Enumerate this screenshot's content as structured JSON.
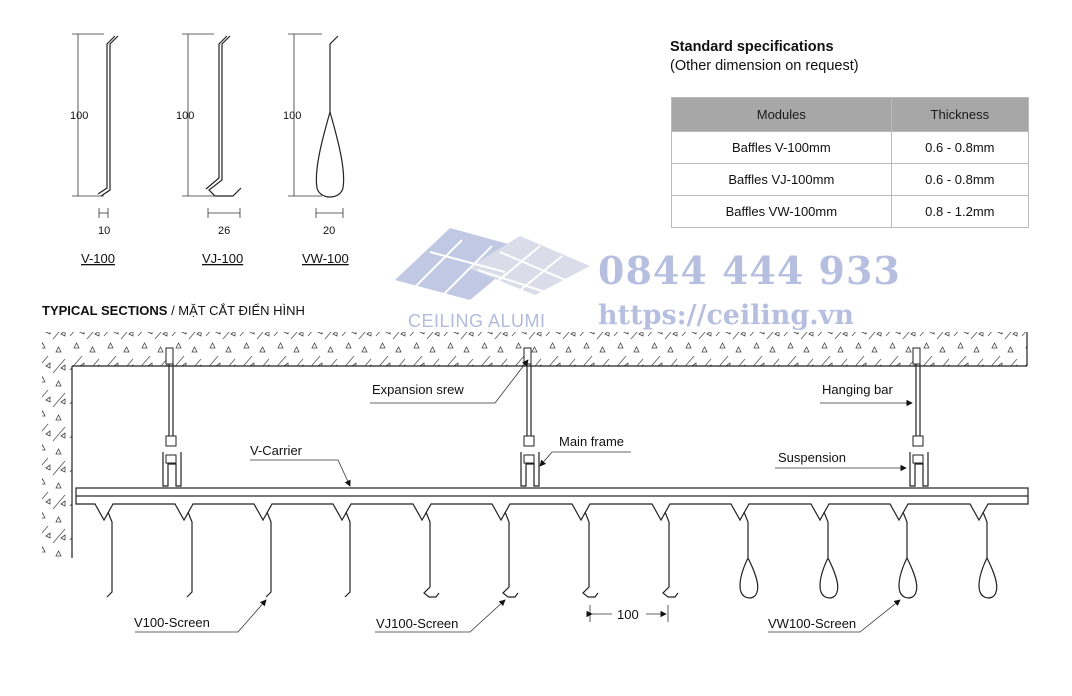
{
  "profiles": [
    {
      "name": "V-100",
      "height": "100",
      "width": "10"
    },
    {
      "name": "VJ-100",
      "height": "100",
      "width": "26"
    },
    {
      "name": "VW-100",
      "height": "100",
      "width": "20"
    }
  ],
  "specs": {
    "title": "Standard specifications",
    "subtitle": "(Other dimension on request)",
    "headers": [
      "Modules",
      "Thickness"
    ],
    "rows": [
      {
        "module": "Baffles V-100mm",
        "thickness": "0.6 - 0.8mm"
      },
      {
        "module": "Baffles VJ-100mm",
        "thickness": "0.6 - 0.8mm"
      },
      {
        "module": "Baffles VW-100mm",
        "thickness": "0.8 - 1.2mm"
      }
    ]
  },
  "watermark": {
    "phone": "0844 444 933",
    "url": "https://ceiling.vn",
    "name": "CEILING ALUMI",
    "colors": {
      "logo_blue": "#b7bfe0",
      "logo_grey": "#d4d8e6"
    }
  },
  "section": {
    "title_bold": "TYPICAL SECTIONS",
    "title_rest": " / MẶT CẮT ĐIỂN HÌNH"
  },
  "labels": {
    "expansion": "Expansion srew",
    "hanging_bar": "Hanging bar",
    "main_frame": "Main frame",
    "v_carrier": "V-Carrier",
    "suspension": "Suspension",
    "v100_screen": "V100-Screen",
    "vj100_screen": "VJ100-Screen",
    "vw100_screen": "VW100-Screen",
    "spacing": "100"
  }
}
